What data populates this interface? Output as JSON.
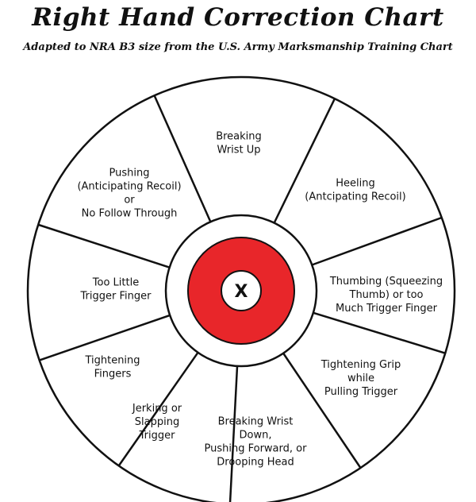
{
  "title": "Right Hand Correction Chart",
  "subtitle": "Adapted to NRA B3 size from the U.S. Army Marksmanship Training Chart",
  "center_mark": "X",
  "colors": {
    "bullseye_red": "#e8262a",
    "outline": "#111111",
    "background": "#ffffff"
  },
  "segments": [
    {
      "id": "breaking-wrist-up",
      "lines": [
        "Breaking",
        "Wrist Up"
      ]
    },
    {
      "id": "heeling",
      "lines": [
        "Heeling",
        "(Antcipating Recoil)"
      ]
    },
    {
      "id": "thumbing",
      "lines": [
        "Thumbing (Squeezing",
        "Thumb) or too",
        "Much Trigger Finger"
      ]
    },
    {
      "id": "tightening-grip",
      "lines": [
        "Tightening Grip",
        "while",
        "Pulling Trigger"
      ]
    },
    {
      "id": "breaking-wrist-down",
      "lines": [
        "Breaking Wrist",
        "Down,",
        "Pushing Forward, or",
        "Drooping Head"
      ]
    },
    {
      "id": "jerking",
      "lines": [
        "Jerking or",
        "Slapping",
        "Trigger"
      ]
    },
    {
      "id": "tightening-fingers",
      "lines": [
        "Tightening",
        "Fingers"
      ]
    },
    {
      "id": "too-little-trigger-finger",
      "lines": [
        "Too Little",
        "Trigger Finger"
      ]
    },
    {
      "id": "pushing",
      "lines": [
        "Pushing",
        "(Anticipating Recoil)",
        "or",
        "No Follow Through"
      ]
    }
  ]
}
